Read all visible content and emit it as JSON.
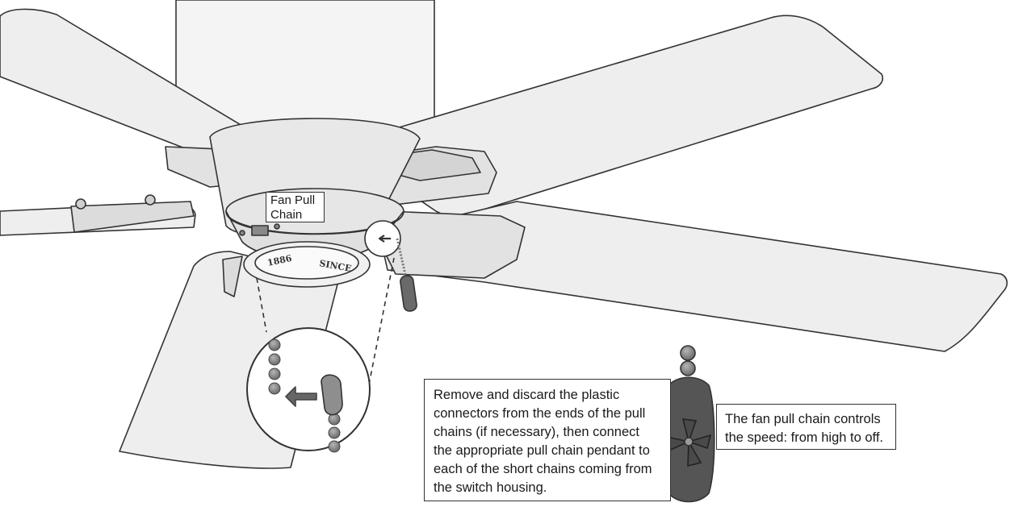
{
  "labels": {
    "fan_pull_chain": [
      "Fan Pull",
      "Chain"
    ]
  },
  "notes": {
    "connect_pendant": "Remove and discard the plastic connectors from the ends of the pull chains (if necessary), then connect the appropriate pull chain pendant to each of the short chains coming from the switch housing.",
    "speed_control": "The fan pull chain controls the speed: from high to off."
  },
  "badge": {
    "text_top": "SINCE",
    "text_bottom": "1886"
  },
  "colors": {
    "line": "#333333",
    "blade_fill": "#eeeeee",
    "housing_fill": "#e6e6e6",
    "pendant_fill": "#555555",
    "bead_fill": "#8a8a8a"
  }
}
